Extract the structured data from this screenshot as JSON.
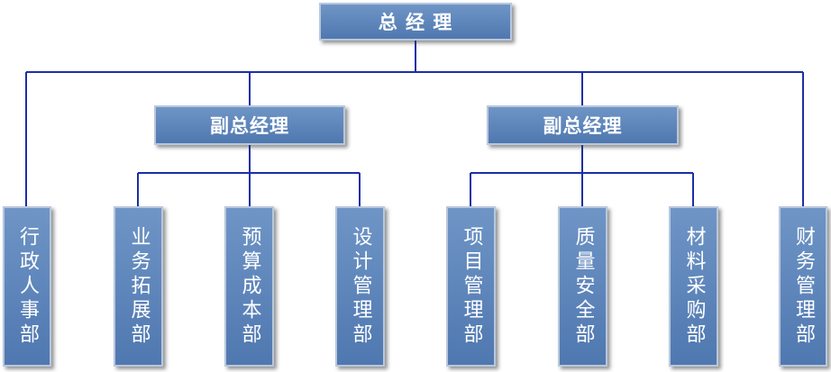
{
  "org_chart": {
    "ceo": "总 经 理",
    "vice_left": "副总经理",
    "vice_right": "副总经理",
    "departments": [
      "行政人事部",
      "业务拓展部",
      "预算成本部",
      "设计管理部",
      "项目管理部",
      "质量安全部",
      "材料采购部",
      "财务管理部"
    ]
  },
  "colors": {
    "box": "#5a82b8",
    "line": "#1c2fa6"
  }
}
